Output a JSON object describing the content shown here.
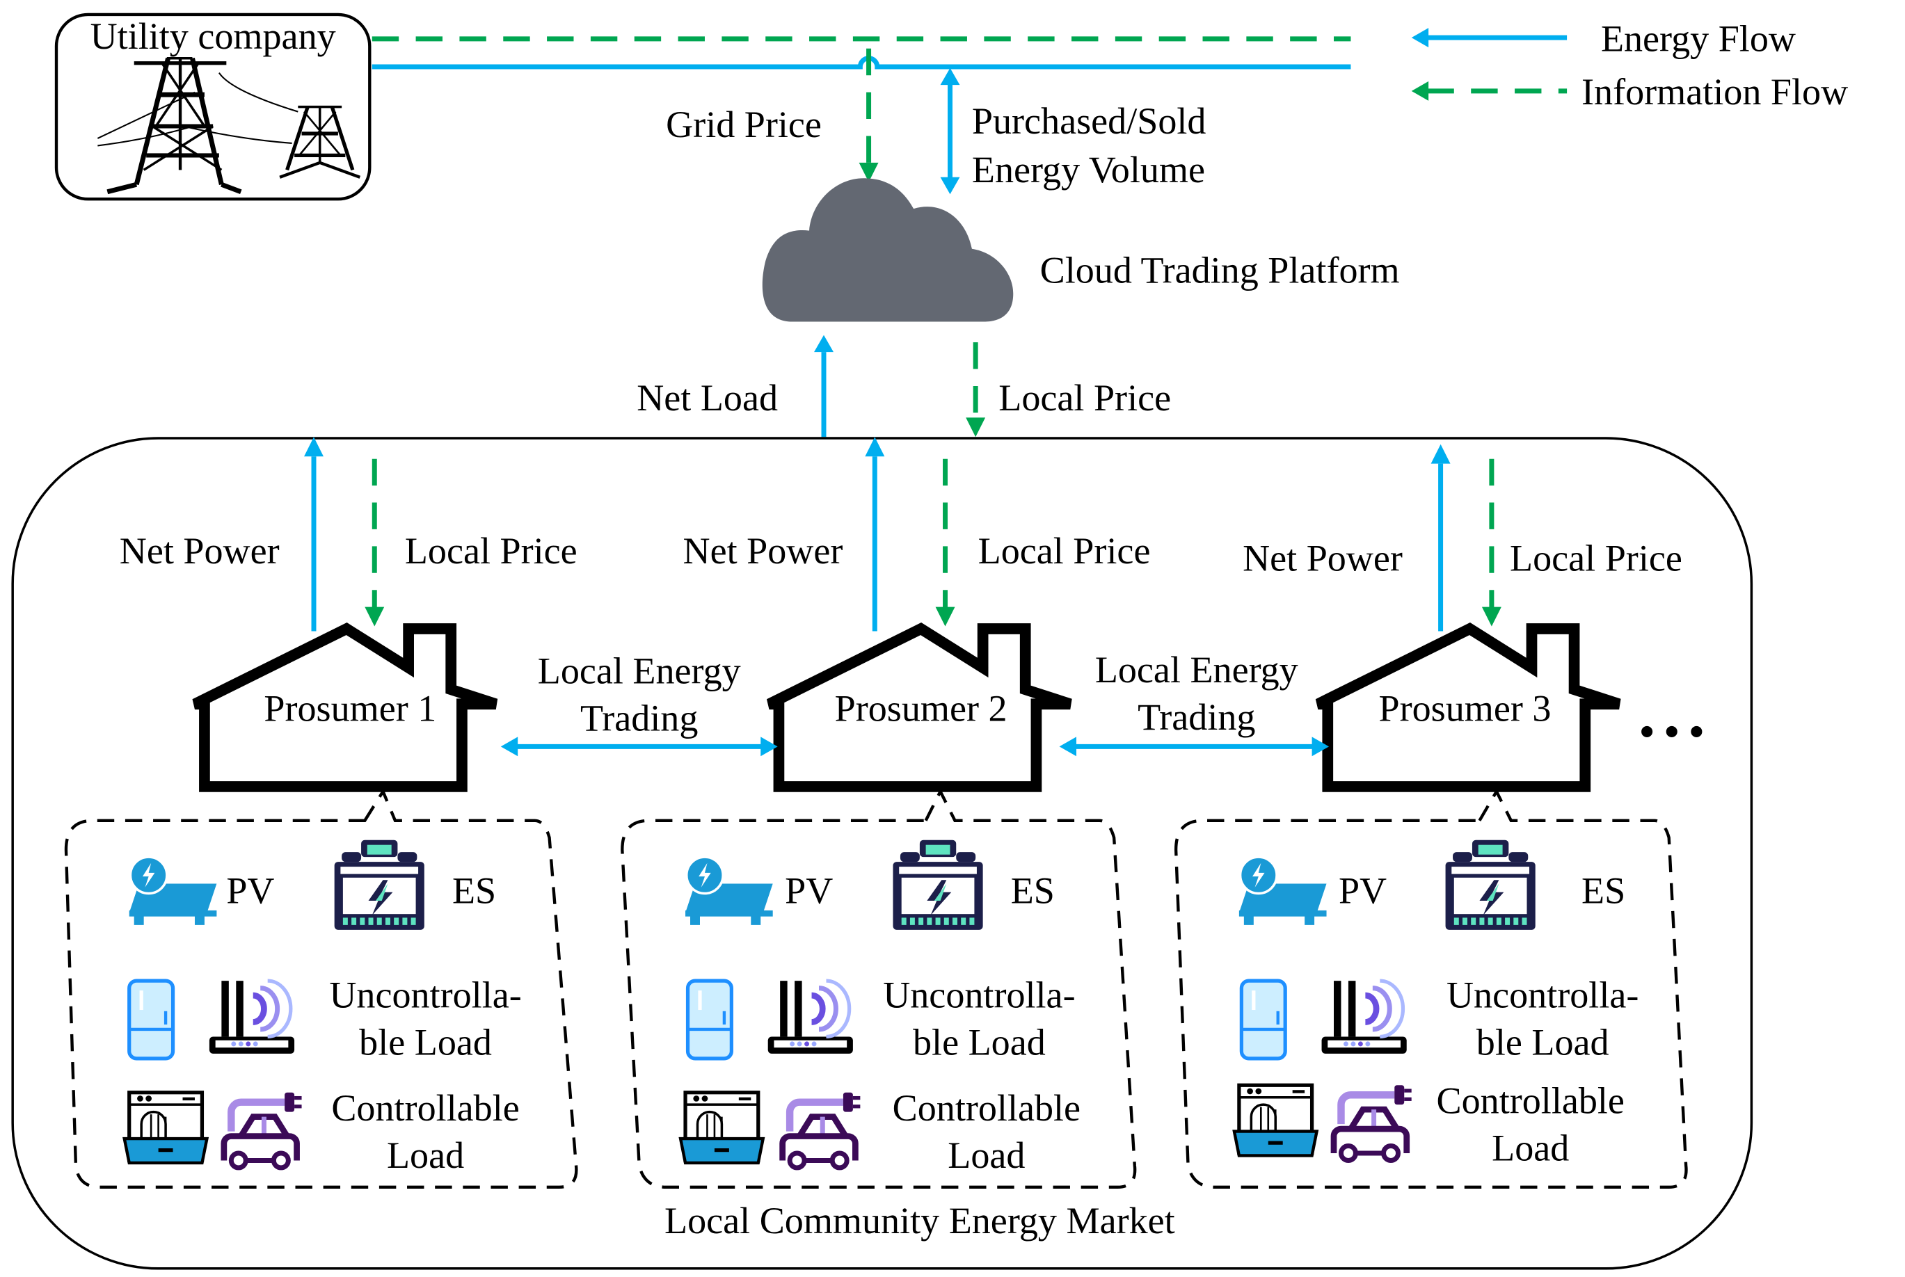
{
  "utility": {
    "label": "Utility company"
  },
  "legend": {
    "energy_flow": "Energy Flow",
    "information_flow": "Information Flow",
    "energy_color": "#00aeef",
    "information_color": "#00a651"
  },
  "top_links": {
    "grid_price": "Grid Price",
    "purchased_sold_line1": "Purchased/Sold",
    "purchased_sold_line2": "Energy Volume"
  },
  "cloud": {
    "label": "Cloud Trading Platform",
    "color": "#636872"
  },
  "market_links": {
    "net_load": "Net Load",
    "local_price": "Local Price"
  },
  "market": {
    "label": "Local Community Energy Market"
  },
  "prosumers": [
    {
      "name": "Prosumer 1",
      "net_power": "Net Power",
      "local_price": "Local Price"
    },
    {
      "name": "Prosumer  2",
      "net_power": "Net Power",
      "local_price": "Local Price"
    },
    {
      "name": "Prosumer 3",
      "net_power": "Net Power",
      "local_price": "Local Price"
    }
  ],
  "trading": [
    {
      "line1": "Local Energy",
      "line2": "Trading"
    },
    {
      "line1": "Local Energy",
      "line2": "Trading"
    }
  ],
  "devices": {
    "pv": "PV",
    "es": "ES",
    "uncontrollable_line1": "Uncontrolla-",
    "uncontrollable_line2": "ble Load",
    "controllable_line1": "Controllable",
    "controllable_line2": "Load"
  },
  "ellipsis": "• • •",
  "icons": [
    "transmission-tower-icon",
    "cloud-icon",
    "house-icon",
    "solar-panel-icon",
    "battery-icon",
    "refrigerator-icon",
    "wifi-router-icon",
    "dishwasher-icon",
    "electric-car-icon"
  ]
}
